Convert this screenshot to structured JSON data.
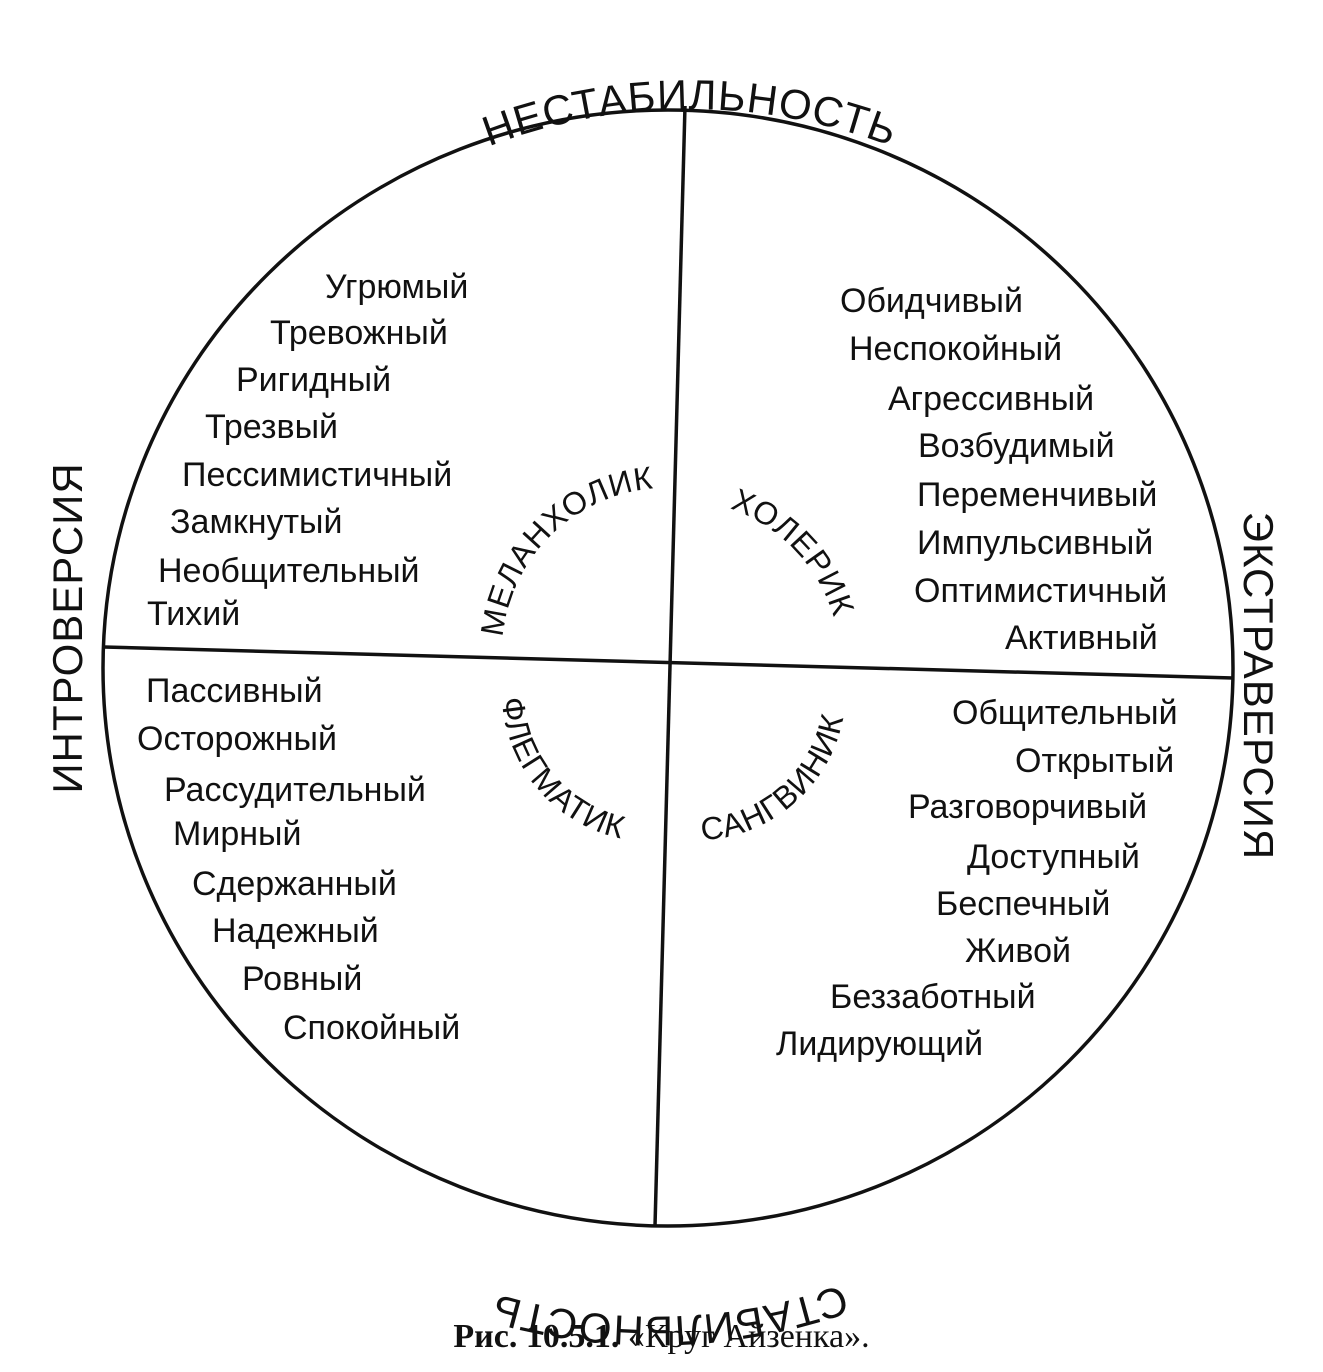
{
  "axes": {
    "top": "НЕСТАБИЛЬНОСТЬ",
    "bottom": "СТАБИЛЬНОСТЬ",
    "left": "ИНТРОВЕРСИЯ",
    "right": "ЭКСТРАВЕРСИЯ"
  },
  "temperaments": {
    "melancholic": "МЕЛАНХОЛИК",
    "choleric": "ХОЛЕРИК",
    "phlegmatic": "ФЛЕГМАТИК",
    "sanguine": "САНГВИНИК"
  },
  "quadrants": {
    "top_left": [
      "Угрюмый",
      "Тревожный",
      "Ригидный",
      "Трезвый",
      "Пессимистичный",
      "Замкнутый",
      "Необщительный",
      "Тихий"
    ],
    "top_right": [
      "Обидчивый",
      "Неспокойный",
      "Агрессивный",
      "Возбудимый",
      "Переменчивый",
      "Импульсивный",
      "Оптимистичный",
      "Активный"
    ],
    "bottom_left": [
      "Пассивный",
      "Осторожный",
      "Рассудительный",
      "Мирный",
      "Сдержанный",
      "Надежный",
      "Ровный",
      "Спокойный"
    ],
    "bottom_right": [
      "Общительный",
      "Открытый",
      "Разговорчивый",
      "Доступный",
      "Беспечный",
      "Живой",
      "Беззаботный",
      "Лидирующий"
    ]
  },
  "caption": {
    "number": "Рис. 10.5.1.",
    "title": "«Круг Айзенка»."
  }
}
